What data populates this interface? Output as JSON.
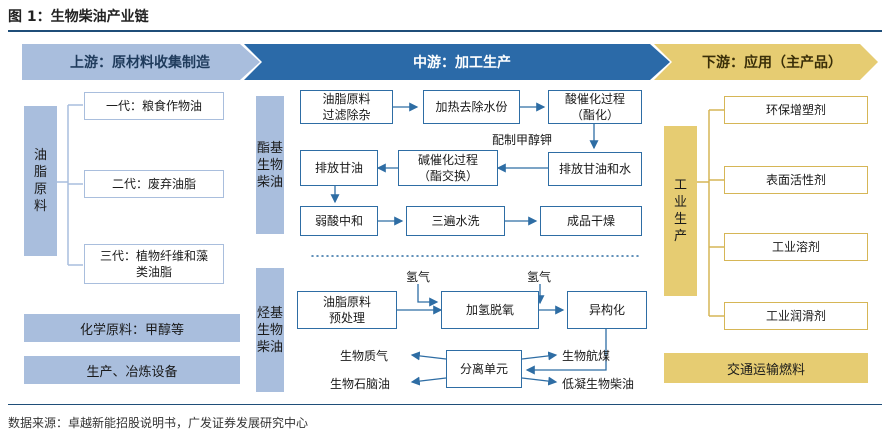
{
  "title": "图 1：生物柴油产业链",
  "source": "数据来源：卓越新能招股说明书，广发证券发展研究中心",
  "colors": {
    "upstream": "#a9bedd",
    "midstream": "#2b6aa8",
    "downstream": "#e6cc72",
    "box_border": "#2e6da4",
    "rule": "#1f4e79"
  },
  "headers": {
    "upstream": "上游：原材料收集制造",
    "midstream": "中游：加工生产",
    "downstream": "下游：应用（主产品）"
  },
  "upstream": {
    "oil_label": "油脂原料",
    "gens": [
      "一代：粮食作物油",
      "二代：废弃油脂",
      "三代：植物纤维和藻\n类油脂"
    ],
    "chemical": "化学原料：甲醇等",
    "equipment": "生产、冶炼设备"
  },
  "ester": {
    "label": "酯基生物柴油",
    "steps": {
      "s1": "油脂原料\n过滤除杂",
      "s2": "加热去除水份",
      "s3": "酸催化过程\n（酯化）",
      "s4": "排放甘油和水",
      "s5": "碱催化过程\n（酯交换）",
      "s6": "排放甘油",
      "s7": "弱酸中和",
      "s8": "三遍水洗",
      "s9": "成品干燥"
    },
    "note": "配制甲醇钾"
  },
  "hydro": {
    "label": "烃基生物柴油",
    "steps": {
      "h1": "油脂原料\n预处理",
      "h2": "加氢脱氧",
      "h3": "异构化",
      "sep": "分离单元"
    },
    "hydrogen": [
      "氢气",
      "氢气"
    ],
    "outputs_left": [
      "生物质气",
      "生物石脑油"
    ],
    "outputs_right": [
      "生物航煤",
      "低凝生物柴油"
    ]
  },
  "downstream": {
    "industrial_label": "工业生产",
    "products": [
      "环保增塑剂",
      "表面活性剂",
      "工业溶剂",
      "工业润滑剂"
    ],
    "transport": "交通运输燃料"
  }
}
